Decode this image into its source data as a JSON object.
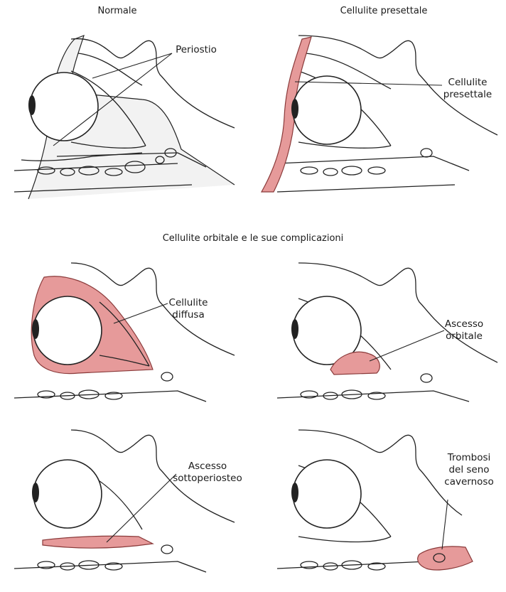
{
  "titles": {
    "normal": "Normale",
    "preseptal": "Cellulite presettale",
    "orbital_section": "Cellulite orbitale e le sue complicazioni"
  },
  "labels": {
    "periosteum": "Periostio",
    "preseptal_line1": "Cellulite",
    "preseptal_line2": "presettale",
    "diffuse_line1": "Cellulite",
    "diffuse_line2": "diffusa",
    "abscess_line1": "Ascesso",
    "abscess_line2": "orbitale",
    "subperiosteal_line1": "Ascesso",
    "subperiosteal_line2": "sottoperiosteo",
    "thrombosis_line1": "Trombosi",
    "thrombosis_line2": "del seno",
    "thrombosis_line3": "cavernoso"
  },
  "colors": {
    "inflammation": "#e69a9a",
    "line": "#222222",
    "bone_fill": "#f2f2f2"
  }
}
